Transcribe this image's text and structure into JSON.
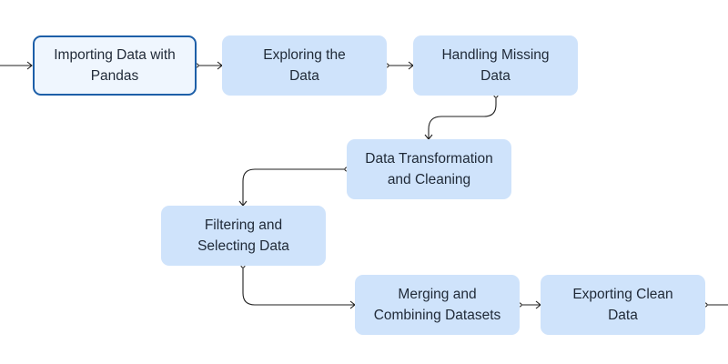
{
  "diagram": {
    "nodes": [
      {
        "id": "import",
        "label": "Importing Data with\nPandas",
        "selected": true
      },
      {
        "id": "explore",
        "label": "Exploring the\nData"
      },
      {
        "id": "missing",
        "label": "Handling Missing\nData"
      },
      {
        "id": "transform",
        "label": "Data Transformation\nand Cleaning"
      },
      {
        "id": "filter",
        "label": "Filtering and\nSelecting Data"
      },
      {
        "id": "merge",
        "label": "Merging and\nCombining Datasets"
      },
      {
        "id": "export",
        "label": "Exporting Clean\nData"
      }
    ],
    "edges": [
      {
        "from": "start",
        "to": "import"
      },
      {
        "from": "import",
        "to": "explore"
      },
      {
        "from": "explore",
        "to": "missing"
      },
      {
        "from": "missing",
        "to": "transform"
      },
      {
        "from": "transform",
        "to": "filter"
      },
      {
        "from": "filter",
        "to": "merge"
      },
      {
        "from": "merge",
        "to": "export"
      },
      {
        "from": "export",
        "to": "end"
      }
    ],
    "colors": {
      "node_fill": "#cfe3fb",
      "selected_fill": "#eff6fe",
      "selected_border": "#1d5fa8",
      "edge": "#1f1f1f"
    }
  }
}
